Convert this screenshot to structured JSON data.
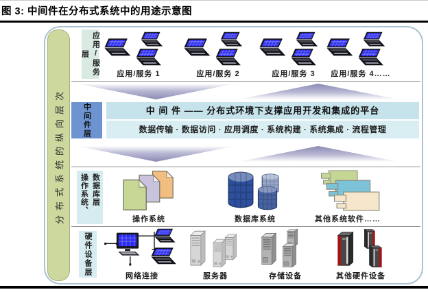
{
  "figure": {
    "title": "图 3: 中间件在分布式系统中的用途示意图"
  },
  "diagram": {
    "side_label": "分布式系统的纵向层次",
    "app_layer": {
      "label": "应用/服务层",
      "groups": [
        {
          "label": "应用/服务 1"
        },
        {
          "label": "应用/服务 2"
        },
        {
          "label": "应用/服务 3"
        },
        {
          "label": "应用/服务 4……"
        }
      ]
    },
    "middleware_layer": {
      "label": "中间件层",
      "headline": "中 间 件 —— 分布式环境下支撑应用开发和集成的平台",
      "functions": "数据传输 · 数据访问 · 应用调度 · 系统构建 · 系统集成 · 流程管理"
    },
    "os_db_layer": {
      "label_left": "操作系统、",
      "label_right": "数据库层",
      "groups": [
        {
          "label": "操作系统"
        },
        {
          "label": "数据库系统"
        },
        {
          "label": "其他系统软件……"
        }
      ]
    },
    "hardware_layer": {
      "label": "硬件设备层",
      "groups": [
        {
          "label": "网络连接"
        },
        {
          "label": "服务器"
        },
        {
          "label": "存储设备"
        },
        {
          "label": "其他硬件设备"
        }
      ]
    },
    "colors": {
      "side_strip_green": "#ccd89e",
      "container_border": "#a9c3d2",
      "layer_label_cyan": "#d6ecf0",
      "app_label_green": "#d9eae3",
      "middleware_label_blue": "#6d93d1",
      "middleware_headline_bg": "#c6e3ec",
      "middleware_functions_bg": "#d9eef3",
      "arrow_purple": "#8a8ab3",
      "laptop_screen_blue": "#2b2bee",
      "hardware_accent_red": "#b01114"
    }
  }
}
